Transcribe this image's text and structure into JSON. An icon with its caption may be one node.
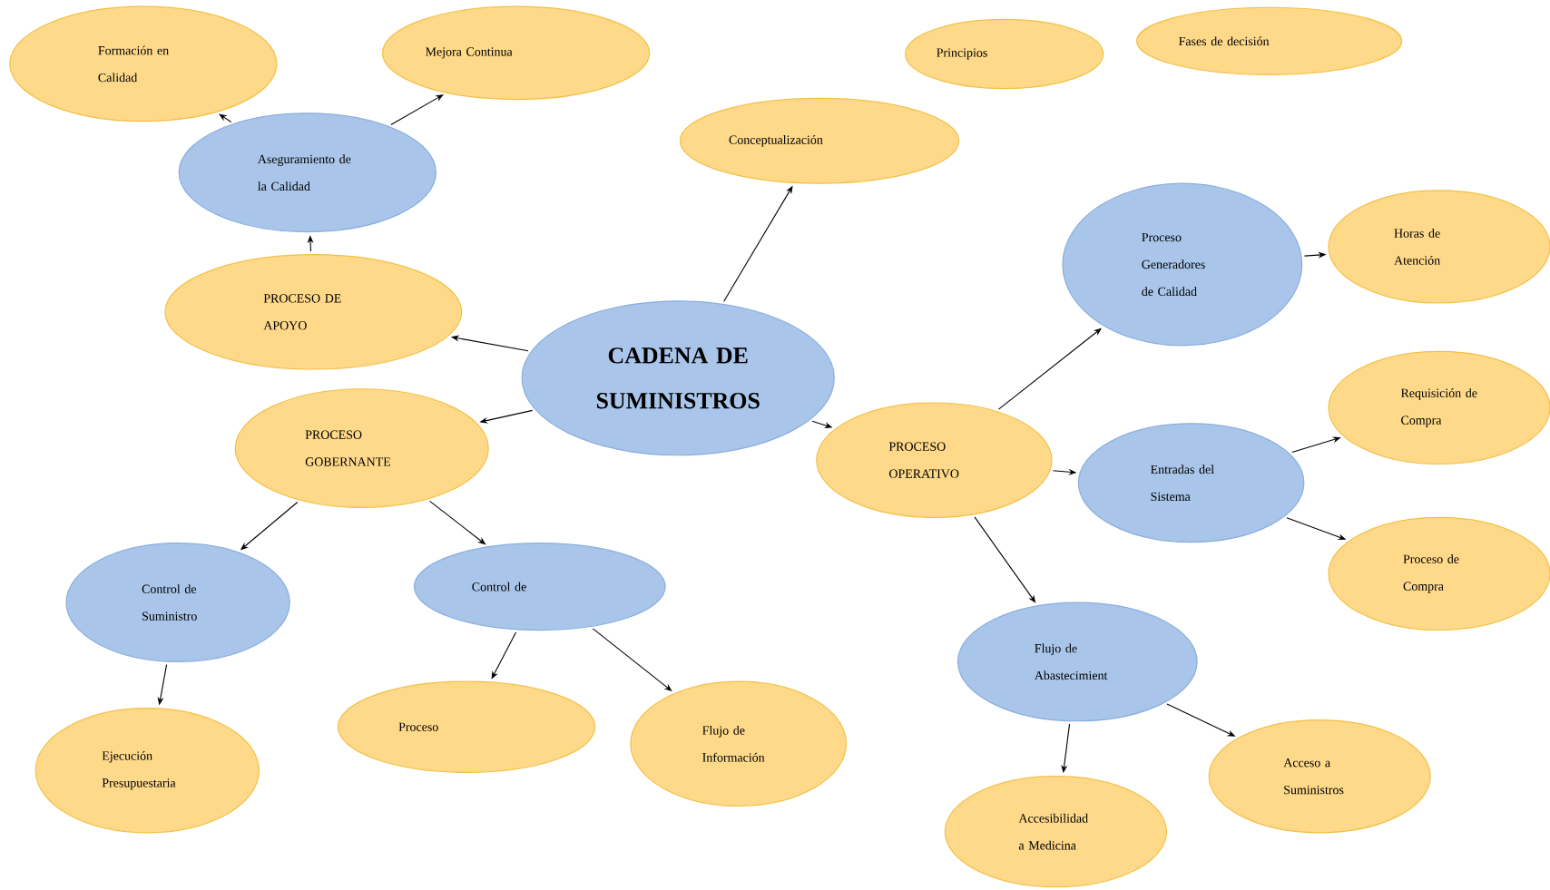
{
  "diagram": {
    "nodes": [
      {
        "text": [
          "CADENA DE SUMINISTROS"
        ]
      },
      {
        "text": [
          "Formación en Calidad"
        ]
      },
      {
        "text": [
          "Mejora Continua"
        ]
      },
      {
        "text": [
          "Principios"
        ]
      },
      {
        "text": [
          "Fases de decisión"
        ]
      },
      {
        "text": [
          "Aseguramiento de la Calidad"
        ]
      },
      {
        "text": [
          "Conceptualización"
        ]
      },
      {
        "text": [
          "PROCESO DE APOYO"
        ]
      },
      {
        "text": [
          "Proceso Generadores de Calidad"
        ]
      },
      {
        "text": [
          "Horas de Atención"
        ]
      },
      {
        "text": [
          "PROCESO GOBERNANTE"
        ]
      },
      {
        "text": [
          "PROCESO OPERATIVO"
        ]
      },
      {
        "text": [
          "Requisición de Compra"
        ]
      },
      {
        "text": [
          "Entradas del Sistema"
        ]
      },
      {
        "text": [
          "Control de Suministro"
        ]
      },
      {
        "text": [
          "Control de"
        ]
      },
      {
        "text": [
          "Proceso de Compra"
        ]
      },
      {
        "text": [
          "Flujo de Abastecimient"
        ]
      },
      {
        "text": [
          "Ejecución Presupuestaria"
        ]
      },
      {
        "text": [
          "Proceso"
        ]
      },
      {
        "text": [
          "Flujo de Información"
        ]
      },
      {
        "text": [
          "Acceso a Suministros"
        ]
      },
      {
        "text": [
          "Accesibilidad a Medicina"
        ]
      }
    ],
    "edges": [
      {
        "from": 5,
        "to": 1,
        "arrow": "to"
      },
      {
        "from": 5,
        "to": 2,
        "arrow": "to"
      },
      {
        "from": 7,
        "to": 5,
        "arrow": "to"
      },
      {
        "from": 0,
        "to": 6,
        "arrow": "to"
      },
      {
        "from": 0,
        "to": 7,
        "arrow": "to"
      },
      {
        "from": 0,
        "to": 10,
        "arrow": "to"
      },
      {
        "from": 0,
        "to": 11,
        "arrow": "to"
      },
      {
        "from": 11,
        "to": 8,
        "arrow": "to"
      },
      {
        "from": 11,
        "to": 13,
        "arrow": "to"
      },
      {
        "from": 11,
        "to": 17,
        "arrow": "to"
      },
      {
        "from": 8,
        "to": 9,
        "arrow": "to"
      },
      {
        "from": 13,
        "to": 12,
        "arrow": "to"
      },
      {
        "from": 13,
        "to": 16,
        "arrow": "to"
      },
      {
        "from": 10,
        "to": 14,
        "arrow": "to"
      },
      {
        "from": 10,
        "to": 15,
        "arrow": "to"
      },
      {
        "from": 14,
        "to": 18,
        "arrow": "to"
      },
      {
        "from": 15,
        "to": 19,
        "arrow": "to"
      },
      {
        "from": 15,
        "to": 20,
        "arrow": "to"
      },
      {
        "from": 17,
        "to": 22,
        "arrow": "to"
      },
      {
        "from": 17,
        "to": 21,
        "arrow": "to"
      }
    ]
  }
}
